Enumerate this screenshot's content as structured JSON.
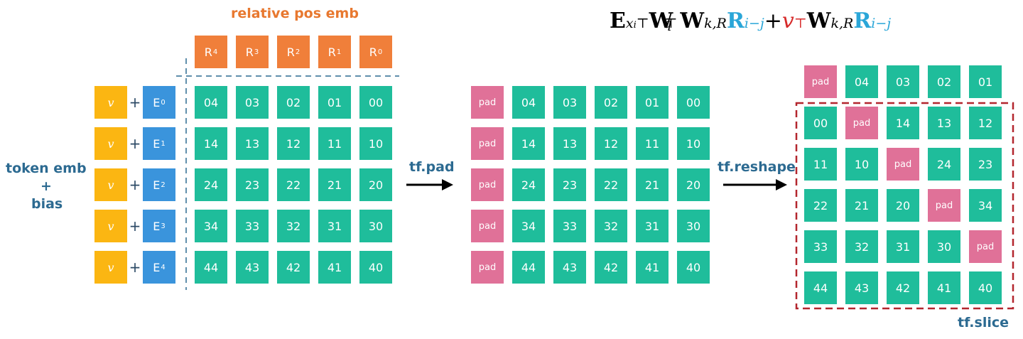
{
  "labels": {
    "relative_pos_emb": "relative pos emb",
    "token_emb": "token emb",
    "plus": "+",
    "bias": "bias",
    "tf_pad": "tf.pad",
    "tf_reshape": "tf.reshape",
    "tf_slice": "tf.slice"
  },
  "formula": {
    "E": "E",
    "E_sub": "x",
    "E_sub_i": "i",
    "top1": "⊤",
    "W1": "W",
    "W1_sub": "q",
    "top2": "⊤",
    "W2": "W",
    "W2_sub": "k,R",
    "R1": "R",
    "R1_sub": "i−j",
    "plus": "+",
    "v": "v",
    "top3": "⊤",
    "W3": "W",
    "W3_sub": "k,R",
    "R2": "R",
    "R2_sub": "i−j"
  },
  "pos_emb": [
    {
      "main": "R",
      "sub": "4"
    },
    {
      "main": "R",
      "sub": "3"
    },
    {
      "main": "R",
      "sub": "2"
    },
    {
      "main": "R",
      "sub": "1"
    },
    {
      "main": "R",
      "sub": "0"
    }
  ],
  "bias_symbol": "v",
  "plus_sign": "+",
  "token_rows": [
    {
      "main": "E",
      "sub": "0"
    },
    {
      "main": "E",
      "sub": "1"
    },
    {
      "main": "E",
      "sub": "2"
    },
    {
      "main": "E",
      "sub": "3"
    },
    {
      "main": "E",
      "sub": "4"
    }
  ],
  "grid1": [
    [
      "04",
      "03",
      "02",
      "01",
      "00"
    ],
    [
      "14",
      "13",
      "12",
      "11",
      "10"
    ],
    [
      "24",
      "23",
      "22",
      "21",
      "20"
    ],
    [
      "34",
      "33",
      "32",
      "31",
      "30"
    ],
    [
      "44",
      "43",
      "42",
      "41",
      "40"
    ]
  ],
  "grid2": [
    [
      "pad",
      "04",
      "03",
      "02",
      "01",
      "00"
    ],
    [
      "pad",
      "14",
      "13",
      "12",
      "11",
      "10"
    ],
    [
      "pad",
      "24",
      "23",
      "22",
      "21",
      "20"
    ],
    [
      "pad",
      "34",
      "33",
      "32",
      "31",
      "30"
    ],
    [
      "pad",
      "44",
      "43",
      "42",
      "41",
      "40"
    ]
  ],
  "grid3": [
    [
      "pad",
      "04",
      "03",
      "02",
      "01"
    ],
    [
      "00",
      "pad",
      "14",
      "13",
      "12"
    ],
    [
      "11",
      "10",
      "pad",
      "24",
      "23"
    ],
    [
      "22",
      "21",
      "20",
      "pad",
      "34"
    ],
    [
      "33",
      "32",
      "31",
      "30",
      "pad"
    ],
    [
      "44",
      "43",
      "42",
      "41",
      "40"
    ]
  ],
  "colors": {
    "teal": "#1fbd9b",
    "pad_pink": "#e07198",
    "pos_orange": "#f07f3a",
    "token_blue": "#3a94dc",
    "bias_yellow": "#fbb612",
    "label_blue": "#2c6a91",
    "slice_red": "#b3262e"
  }
}
